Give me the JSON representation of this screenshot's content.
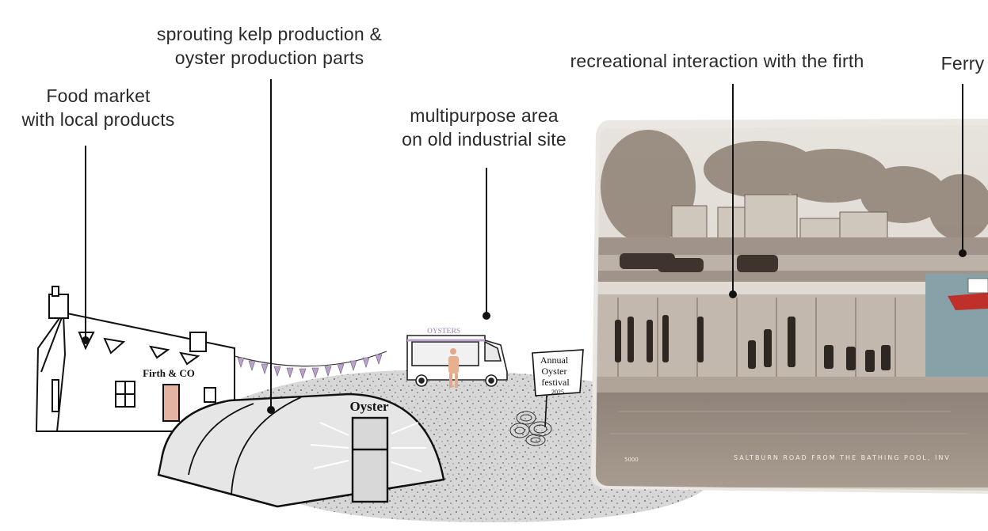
{
  "annotations": {
    "food_market": [
      "Food market",
      "with local products"
    ],
    "kelp_oyster": [
      "sprouting kelp production &",
      "oyster production parts"
    ],
    "multipurpose": [
      "multipurpose area",
      "on old industrial site"
    ],
    "recreational": "recreational interaction with the firth",
    "ferry": "Ferry"
  },
  "building_sign": "Firth & CO",
  "tunnel_sign": "Oyster",
  "truck_sign": "OYSTERS",
  "festival_sign": [
    "Annual",
    "Oyster",
    "festival",
    "2025"
  ],
  "photo": {
    "number": "5000",
    "caption": "SALTBURN ROAD FROM THE BATHING POOL, INV"
  },
  "colors": {
    "bunting": "#b8a3c9",
    "door": "#e5b3a1",
    "photo_sepia": "#b9aa9a",
    "ferry_red": "#c0302b"
  }
}
